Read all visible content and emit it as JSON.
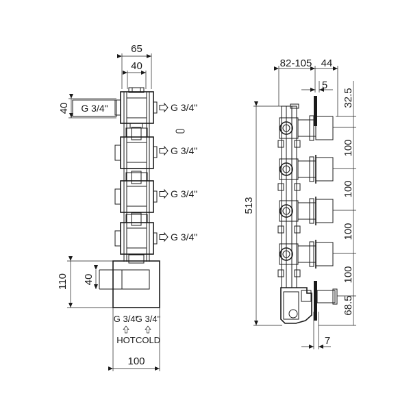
{
  "front_view": {
    "dim_top_width": "65",
    "dim_inner_width": "40",
    "dim_left_height": "40",
    "inlet_label": "G 3/4\"",
    "outlet_labels": [
      "G 3/4\"",
      "G 3/4\"",
      "G 3/4\"",
      "G 3/4\""
    ],
    "plate_height": "110",
    "plate_inner_height": "40",
    "plate_width": "100",
    "hot_thread": "G 3/4\"",
    "cold_thread": "G 3/4\"",
    "hot_label": "HOT",
    "cold_label": "COLD"
  },
  "side_view": {
    "dim_depth_range": "82-105",
    "dim_depth_front": "44",
    "dim_plate_thickness": "5",
    "dim_top_offset": "32.5",
    "dim_total_height": "513",
    "dim_spacings": [
      "100",
      "100",
      "100",
      "100"
    ],
    "dim_bottom_offset": "68.5",
    "dim_bottom_plate": "7"
  }
}
